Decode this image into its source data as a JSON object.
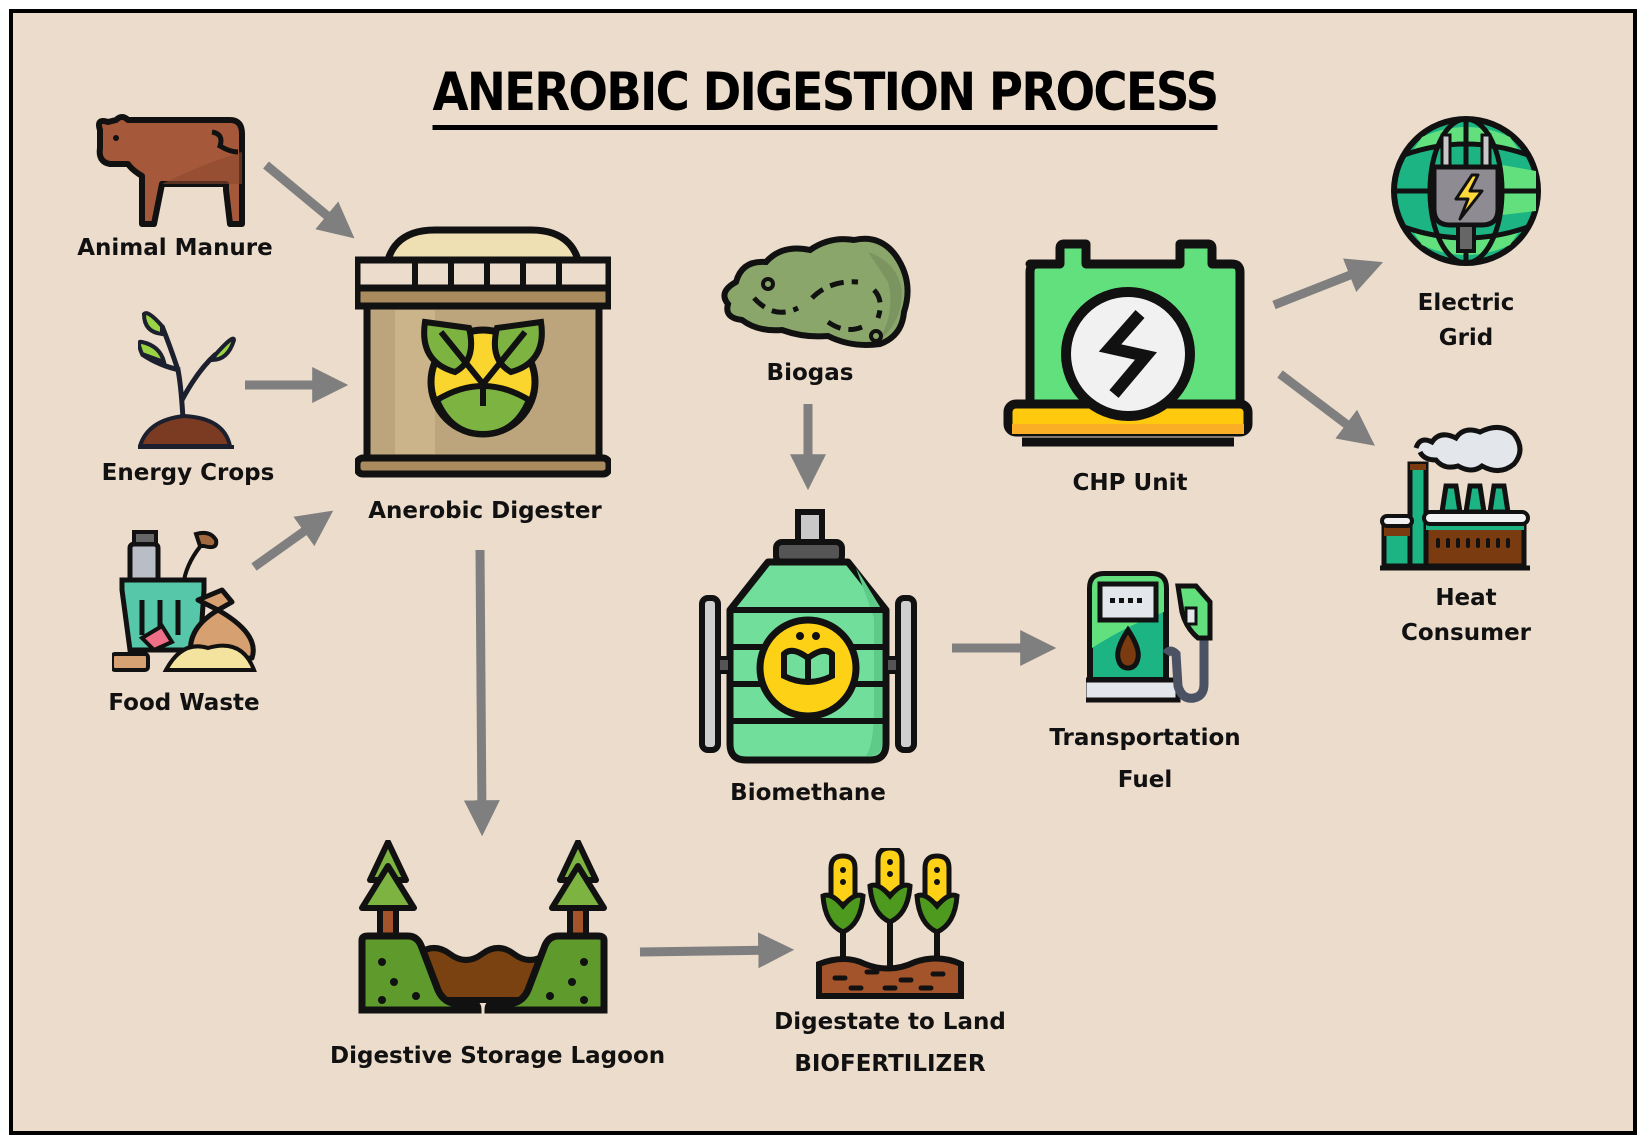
{
  "title": "ANEROBIC DIGESTION PROCESS",
  "colors": {
    "background": "#ECDCCB",
    "border": "#000000",
    "arrow": "#7F7F7F",
    "text": "#111111"
  },
  "nodes": {
    "animal_manure": {
      "label": "Animal Manure",
      "icon": "cow-icon"
    },
    "energy_crops": {
      "label": "Energy Crops",
      "icon": "sprout-icon"
    },
    "food_waste": {
      "label": "Food Waste",
      "icon": "food-waste-bin-icon"
    },
    "digester": {
      "label": "Anerobic Digester",
      "icon": "digester-tank-icon"
    },
    "biogas": {
      "label": "Biogas",
      "icon": "gas-cloud-icon"
    },
    "chp_unit": {
      "label": "CHP Unit",
      "icon": "battery-generator-icon"
    },
    "electric_grid": {
      "label_line1": "Electric",
      "label_line2": "Grid",
      "icon": "globe-plug-icon"
    },
    "heat_consumer": {
      "label_line1": "Heat",
      "label_line2": "Consumer",
      "icon": "factory-icon"
    },
    "biomethane": {
      "label": "Biomethane",
      "icon": "gas-cylinder-icon"
    },
    "transport_fuel": {
      "label_line1": "Transportation",
      "label_line2": "Fuel",
      "icon": "fuel-pump-icon"
    },
    "storage_lagoon": {
      "label": "Digestive Storage Lagoon",
      "icon": "lagoon-icon"
    },
    "digestate_land": {
      "label_line1": "Digestate to Land",
      "label_line2": "BIOFERTILIZER",
      "icon": "corn-field-icon"
    }
  },
  "edges": [
    {
      "from": "Animal Manure",
      "to": "Anerobic Digester"
    },
    {
      "from": "Energy Crops",
      "to": "Anerobic Digester"
    },
    {
      "from": "Food Waste",
      "to": "Anerobic Digester"
    },
    {
      "from": "Anerobic Digester",
      "to": "Digestive Storage Lagoon"
    },
    {
      "from": "Digestive Storage Lagoon",
      "to": "Digestate to Land"
    },
    {
      "from": "Biogas",
      "to": "Biomethane"
    },
    {
      "from": "Biomethane",
      "to": "Transportation Fuel"
    },
    {
      "from": "CHP Unit",
      "to": "Electric Grid"
    },
    {
      "from": "CHP Unit",
      "to": "Heat Consumer"
    }
  ]
}
